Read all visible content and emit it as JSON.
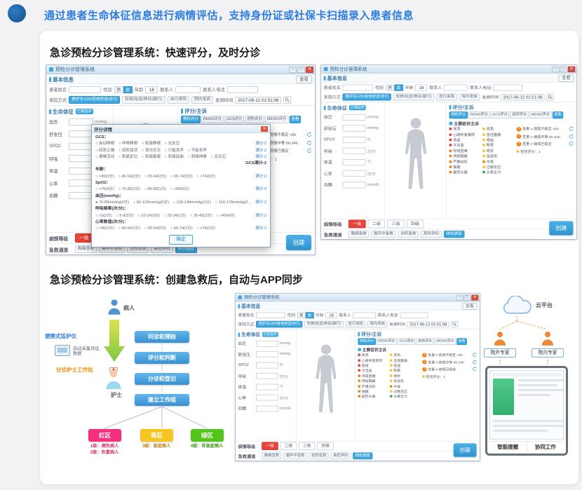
{
  "page": {
    "header_text": "通过患者生命体征信息进行病情评估，支持身份证或社保卡扫描录入患者信息"
  },
  "sections": {
    "s1_title": "急诊预检分诊管理系统：快速评分，及时分诊",
    "s2_title": "急诊预检分诊管理系统：创建急救后，自动与APP同步"
  },
  "app": {
    "window_title": "预检分诊管理系统",
    "window_controls": [
      "─",
      "□",
      "✕"
    ],
    "view_button": "查看",
    "basic_info": {
      "title": "基本信息",
      "fields": {
        "name_label": "患者姓名",
        "gender_label": "性别",
        "gender_options": [
          "男",
          "女"
        ],
        "age_label": "年龄",
        "age_value": "18",
        "contact_label": "联系人",
        "phone_label": "联系人电话",
        "arrival_label": "来院方式",
        "arrival_options": [
          "救护车120/其他转送/步行",
          "轮椅/抬送/搀扶(跛行)",
          "自行来院",
          "院内发病"
        ],
        "onset_label": "发病时间",
        "onset_value": "2017-06-12 01:51:08"
      }
    },
    "vitals": {
      "title": "生命体征",
      "badge": "已接监护",
      "rows": [
        {
          "label": "血压",
          "unit": "mmHg"
        },
        {
          "label": "舒张压",
          "unit": "mmHg"
        },
        {
          "label": "SPO2",
          "unit": "%"
        },
        {
          "label": "呼吸",
          "unit": "次/分"
        },
        {
          "label": "体温",
          "unit": "℃"
        },
        {
          "label": "心率",
          "unit": "次/分"
        },
        {
          "label": "血糖",
          "unit": "mmol/L"
        }
      ]
    },
    "scoring": {
      "title": "评分/主诉",
      "tabs": [
        "预检评分",
        "REMS评分",
        "GCS评分",
        "创伤评分",
        "MEWS评分"
      ],
      "more_button": "查看",
      "symptoms_title": "主要症状主诉",
      "symptoms": [
        {
          "t": "休克",
          "c": "#e53935"
        },
        {
          "t": "心跳呼吸骤停",
          "c": "#e53935"
        },
        {
          "t": "昏迷",
          "c": "#e53935"
        },
        {
          "t": "大出血",
          "c": "#e53935"
        },
        {
          "t": "呼吸困难",
          "c": "#f57c00"
        },
        {
          "t": "持续胸痛",
          "c": "#f57c00"
        },
        {
          "t": "严重创伤",
          "c": "#f57c00"
        },
        {
          "t": "抽搐",
          "c": "#f57c00"
        },
        {
          "t": "剧烈头痛",
          "c": "#f57c00"
        },
        {
          "t": "高热",
          "c": "#f5c518"
        },
        {
          "t": "急性腹痛",
          "c": "#f5c518"
        },
        {
          "t": "呕血",
          "c": "#f5c518"
        },
        {
          "t": "眩晕",
          "c": "#f5c518"
        },
        {
          "t": "骨折",
          "c": "#f5c518"
        },
        {
          "t": "烧烫伤",
          "c": "#f5c518"
        },
        {
          "t": "中毒",
          "c": "#f57c00"
        },
        {
          "t": "过敏反应",
          "c": "#f5c518"
        },
        {
          "t": "头晕乏力",
          "c": "#43a047"
        }
      ],
      "results": [
        {
          "num": "1",
          "text": "危重 # 病情不稳定 <6h",
          "refresh": true
        },
        {
          "num": "2",
          "text": "危重 # 病情中等 6h-24h",
          "refresh": true
        },
        {
          "num": "3",
          "text": "危重 # 病情已稳定",
          "refresh": true
        },
        {
          "text": "检伤评分：1"
        }
      ]
    },
    "level": {
      "title": "病情等级",
      "options": [
        "一级",
        "二级",
        "三级",
        "四级"
      ]
    },
    "channel": {
      "title": "急救通道",
      "options": [
        "胸痛急救",
        "脑卒中急救",
        "创伤急救",
        "高危孕妇",
        "绿色通道"
      ]
    },
    "create_button": "创建"
  },
  "modal": {
    "title": "评分详情",
    "confirm_button": "确定",
    "rows": [
      {
        "s": "GCS："
      },
      {
        "o": "○ 自动睁眼　○ 呼唤睁眼　○ 刺激睁眼　○ 无反应",
        "v": "满分:2"
      },
      {
        "o": "○ 回答正确　○ 回答错误　○ 语无伦次　○ 只能发声　○ 不能发声",
        "v": "满分:2"
      },
      {
        "o": "○ 遵嘱活动　○ 刺痛定位　○ 刺痛躲避　○ 刺痛屈曲　○ 刺痛伸展　○ 无反应",
        "v": "满分:2"
      },
      {
        "s": "GCS满分:2",
        "right": true
      },
      {
        "s": "年龄："
      },
      {
        "o": "○ <45(0分)　○ 45-54(2分)　○ 55-64(3分)　○ 65-74(5分)　○ >74(6分)",
        "v": "满分:2"
      },
      {
        "s": "SpO2："
      },
      {
        "o": "○ <75(4分)　○ 75-85(3分)　○ 86-89(1分)　○ >89(0分)",
        "v": "满分:4"
      },
      {
        "s": "血压(mmHg)："
      },
      {
        "o": "● 70-89mmHg(2分)　○ 90-129mmHg(0分)　○ 130-149mmHg(1分)　○ 150-179mmHg(2分)　○ >179mmHg(3分)",
        "v": "满分:2"
      },
      {
        "s": "呼吸频率(次/分)："
      },
      {
        "o": "○ <5(2分)　○ 5-9(3分)　○ 10-24(0分)　○ 25-34(1分)　○ 35-49(3分)　○ >49(4分)",
        "v": "满分:2"
      },
      {
        "s": "心率数值(次/分)："
      },
      {
        "o": "○ <45(2分)　○ 45-54(1分)　○ 55-64(0分)　○ 65-74(1分)　○ >74(2分)",
        "v": "满分:2"
      }
    ]
  },
  "flow": {
    "patient_label": "病人",
    "nurse_label": "护士",
    "monitor_label": "便携式监护仪",
    "auto_collect_label": "自动采集体征数据",
    "station_label": "分诊护士工作站",
    "steps": [
      "问诊和预检",
      "评分和判断",
      "分诊和登记",
      "建立工作组"
    ],
    "zones": [
      {
        "name": "红区",
        "color": "#f5317f",
        "text_color": "#d6336c",
        "lines": [
          "1级：濒危病人",
          "2级：危重病人"
        ]
      },
      {
        "name": "黄区",
        "color": "#f7c51f",
        "text_color": "#c77e00",
        "lines": [
          "3级：急症病人"
        ]
      },
      {
        "name": "绿区",
        "color": "#52c41a",
        "text_color": "#3d9410",
        "lines": [
          "4级：非急症病人"
        ]
      }
    ]
  },
  "cloud": {
    "platform_label": "云平台",
    "experts": [
      "院外专家",
      "院内专家"
    ],
    "captions": [
      "智能提醒",
      "协同工作"
    ]
  },
  "colors": {
    "accent": "#3da8e0",
    "level1_red": "#e8443a",
    "header_blue": "#2b7de1"
  }
}
